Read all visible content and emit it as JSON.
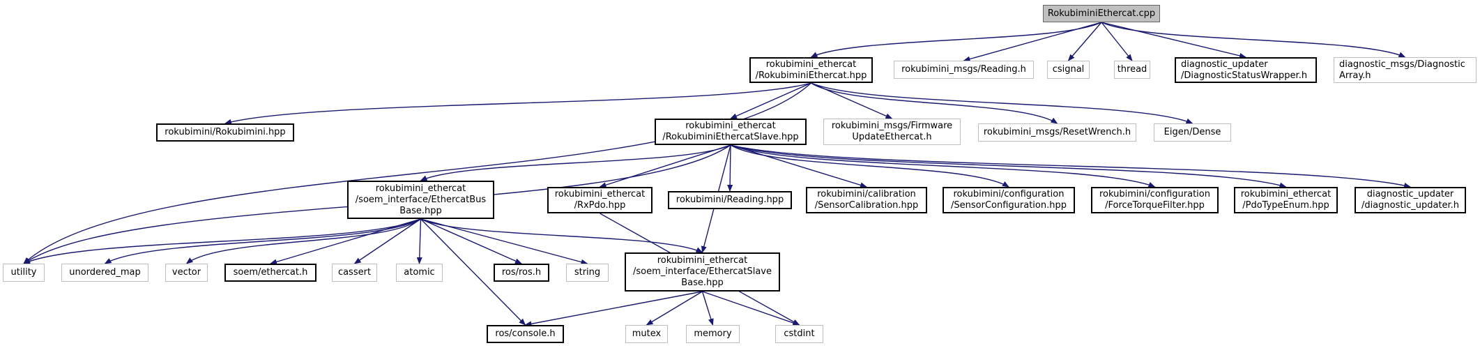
{
  "colors": {
    "edge": "#191970",
    "doc_border": "#000000",
    "ext_border": "#bfbfbf",
    "root_fill": "#bfbfbf"
  },
  "nodes": {
    "root": "RokubiminiEthercat.cpp",
    "rokubimini_ethercat_hpp": "rokubimini_ethercat\n/RokubiminiEthercat.hpp",
    "msgs_reading": "rokubimini_msgs/Reading.h",
    "csignal": "csignal",
    "thread": "thread",
    "diag_status_wrapper": "diagnostic_updater\n/DiagnosticStatusWrapper.h",
    "diag_array": "diagnostic_msgs/Diagnostic\nArray.h",
    "rokubimini_hpp": "rokubimini/Rokubimini.hpp",
    "slave_hpp": "rokubimini_ethercat\n/RokubiminiEthercatSlave.hpp",
    "firmware_update": "rokubimini_msgs/Firmware\nUpdateEthercat.h",
    "reset_wrench": "rokubimini_msgs/ResetWrench.h",
    "eigen_dense": "Eigen/Dense",
    "bus_base": "rokubimini_ethercat\n/soem_interface/EthercatBus\nBase.hpp",
    "rxpdo": "rokubimini_ethercat\n/RxPdo.hpp",
    "reading_hpp": "rokubimini/Reading.hpp",
    "sensor_calibration": "rokubimini/calibration\n/SensorCalibration.hpp",
    "sensor_configuration": "rokubimini/configuration\n/SensorConfiguration.hpp",
    "ft_filter": "rokubimini/configuration\n/ForceTorqueFilter.hpp",
    "pdo_type": "rokubimini_ethercat\n/PdoTypeEnum.hpp",
    "diag_updater": "diagnostic_updater\n/diagnostic_updater.h",
    "utility": "utility",
    "unordered_map": "unordered_map",
    "vector": "vector",
    "soem_ethercat": "soem/ethercat.h",
    "cassert": "cassert",
    "atomic": "atomic",
    "ros_h": "ros/ros.h",
    "string": "string",
    "slave_base": "rokubimini_ethercat\n/soem_interface/EthercatSlave\nBase.hpp",
    "ros_console": "ros/console.h",
    "mutex": "mutex",
    "memory": "memory",
    "cstdint": "cstdint"
  },
  "edges": [
    [
      "root",
      "rokubimini_ethercat_hpp"
    ],
    [
      "root",
      "msgs_reading"
    ],
    [
      "root",
      "csignal"
    ],
    [
      "root",
      "thread"
    ],
    [
      "root",
      "diag_status_wrapper"
    ],
    [
      "root",
      "diag_array"
    ],
    [
      "rokubimini_ethercat_hpp",
      "rokubimini_hpp"
    ],
    [
      "rokubimini_ethercat_hpp",
      "slave_hpp"
    ],
    [
      "rokubimini_ethercat_hpp",
      "firmware_update"
    ],
    [
      "rokubimini_ethercat_hpp",
      "reset_wrench"
    ],
    [
      "rokubimini_ethercat_hpp",
      "eigen_dense"
    ],
    [
      "rokubimini_ethercat_hpp",
      "utility"
    ],
    [
      "slave_hpp",
      "bus_base"
    ],
    [
      "slave_hpp",
      "rxpdo"
    ],
    [
      "slave_hpp",
      "reading_hpp"
    ],
    [
      "slave_hpp",
      "sensor_calibration"
    ],
    [
      "slave_hpp",
      "sensor_configuration"
    ],
    [
      "slave_hpp",
      "ft_filter"
    ],
    [
      "slave_hpp",
      "pdo_type"
    ],
    [
      "slave_hpp",
      "diag_updater"
    ],
    [
      "slave_hpp",
      "utility"
    ],
    [
      "slave_hpp",
      "slave_base"
    ],
    [
      "bus_base",
      "utility"
    ],
    [
      "bus_base",
      "unordered_map"
    ],
    [
      "bus_base",
      "vector"
    ],
    [
      "bus_base",
      "soem_ethercat"
    ],
    [
      "bus_base",
      "cassert"
    ],
    [
      "bus_base",
      "atomic"
    ],
    [
      "bus_base",
      "ros_h"
    ],
    [
      "bus_base",
      "string"
    ],
    [
      "bus_base",
      "ros_console"
    ],
    [
      "bus_base",
      "slave_base"
    ],
    [
      "rxpdo",
      "cstdint"
    ],
    [
      "slave_base",
      "ros_console"
    ],
    [
      "slave_base",
      "mutex"
    ],
    [
      "slave_base",
      "memory"
    ],
    [
      "slave_base",
      "cstdint"
    ]
  ]
}
